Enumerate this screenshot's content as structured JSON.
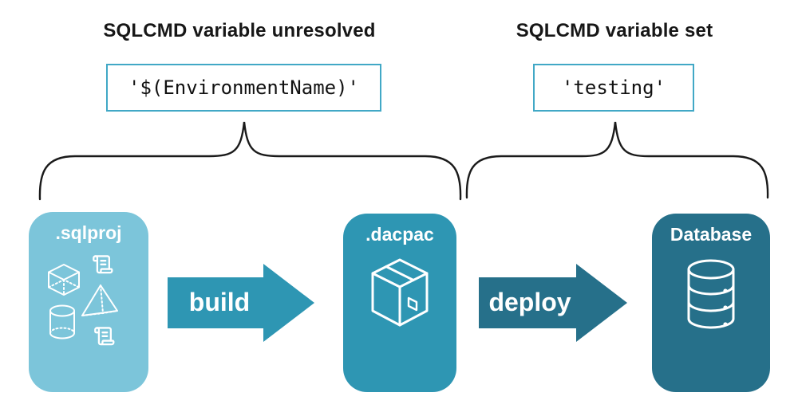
{
  "annotations": {
    "left": {
      "title": "SQLCMD variable unresolved",
      "value": "'$(EnvironmentName)'"
    },
    "right": {
      "title": "SQLCMD variable set",
      "value": "'testing'"
    }
  },
  "pipeline": {
    "nodes": [
      {
        "label": ".sqlproj",
        "icons": [
          "scroll-icon",
          "cube-icon",
          "pyramid-icon",
          "cylinder-icon",
          "scroll-icon"
        ]
      },
      {
        "label": ".dacpac",
        "icons": [
          "package-box-icon"
        ]
      },
      {
        "label": "Database",
        "icons": [
          "database-cylinder-icon"
        ]
      }
    ],
    "arrows": [
      {
        "label": "build"
      },
      {
        "label": "deploy"
      }
    ]
  },
  "colors": {
    "node_sqlproj": "#7cc5da",
    "node_dacpac": "#2e96b3",
    "node_database": "#26708a",
    "arrow_build": "#2e96b3",
    "arrow_deploy": "#26708a",
    "value_box_border": "#41a8c6",
    "brace_stroke": "#1a1a1a",
    "heading_text": "#171717",
    "icon_stroke": "#ffffff"
  }
}
